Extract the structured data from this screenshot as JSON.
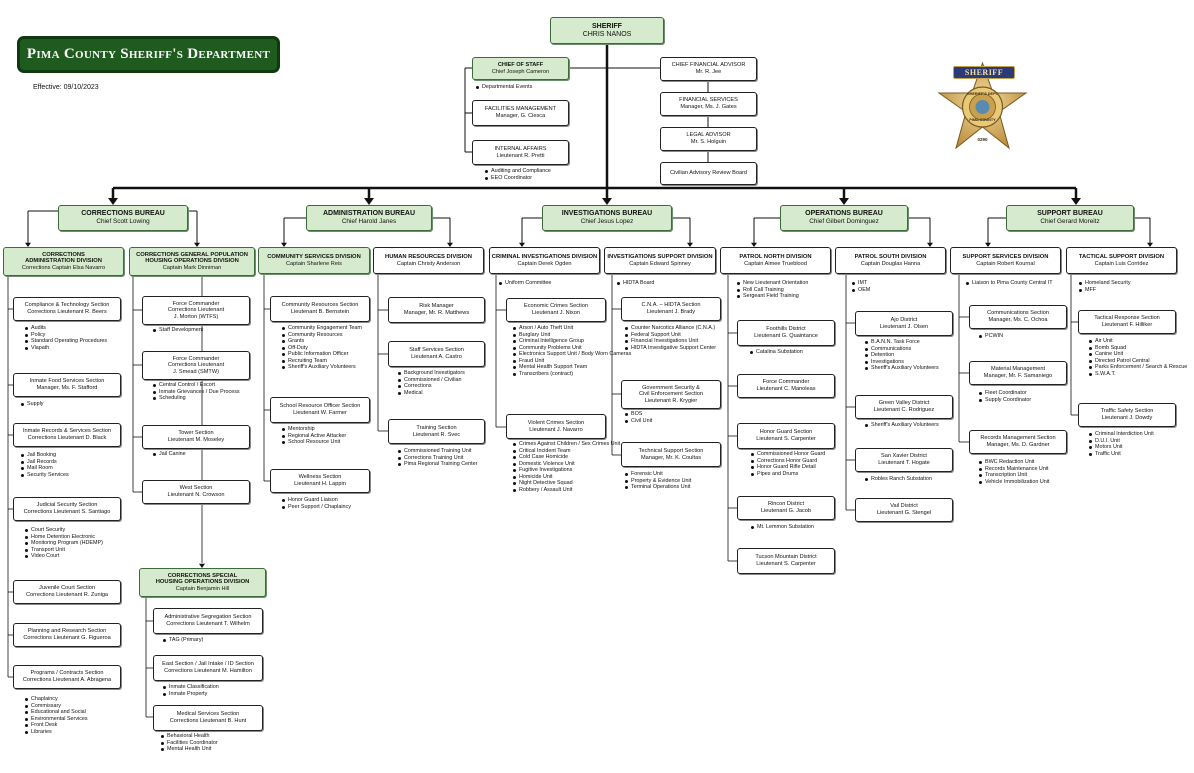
{
  "header": {
    "title": "Pima County Sheriff's Department",
    "effective": "Effective:  09/10/2023"
  },
  "badge": {
    "top": "SHERIFF",
    "ring": "SHERIFF'S DEPT",
    "bottom": "PIMA COUNTY",
    "number": "0290"
  },
  "sheriff": {
    "title": "SHERIFF",
    "name": "CHRIS NANOS"
  },
  "chief_of_staff": {
    "title": "CHIEF OF STAFF",
    "name": "Chief Joseph Cameron",
    "items": [
      "Departmental Events"
    ]
  },
  "facilities": {
    "title": "FACILITIES MANAGEMENT",
    "name": "Manager, G. Ciesca"
  },
  "internal_affairs": {
    "title": "INTERNAL AFFAIRS",
    "name": "Lieutenant R. Pretti",
    "items": [
      "Auditing and Compliance",
      "EEO Coordinator"
    ]
  },
  "cfa": {
    "title": "CHIEF FINANCIAL ADVISOR",
    "name": "Mr. R. Jee"
  },
  "financial_services": {
    "title": "FINANCIAL SERVICES",
    "name": "Manager, Ms. J. Gates"
  },
  "legal": {
    "title": "LEGAL ADVISOR",
    "name": "Mr. S. Holguin"
  },
  "civilian_review": {
    "title": "Civilian Advisory Review Board"
  },
  "bureaus": [
    {
      "title": "CORRECTIONS BUREAU",
      "name": "Chief Scott Lowing"
    },
    {
      "title": "ADMINISTRATION BUREAU",
      "name": "Chief Harold Janes"
    },
    {
      "title": "INVESTIGATIONS BUREAU",
      "name": "Chief Jesus Lopez"
    },
    {
      "title": "OPERATIONS BUREAU",
      "name": "Chief Gilbert Dominguez"
    },
    {
      "title": "SUPPORT BUREAU",
      "name": "Chief Gerard Moreitz"
    }
  ],
  "corr_admin": {
    "title1": "CORRECTIONS",
    "title2": "ADMINISTRATION DIVISION",
    "name": "Corrections Captain Elsa Navarro",
    "sections": [
      {
        "t": "Compliance & Technology Section",
        "n": "Corrections Lieutenant R. Beers",
        "items": [
          "Audits",
          "Policy",
          "Standard Operating Procedures",
          "Vlapath"
        ]
      },
      {
        "t": "Inmate Food Services Section",
        "n": "Manager, Ms. F. Stafford",
        "items": [
          "Supply"
        ]
      },
      {
        "t": "Inmate Records & Services Section",
        "n": "Corrections Lieutenant D. Black",
        "items": [
          "Jail Booking",
          "Jail Records",
          "Mail Room",
          "Security Services"
        ]
      },
      {
        "t": "Judicial Security Section",
        "n": "Corrections Lieutenant S. Santiago",
        "items": [
          "Court Security",
          "Home Detention Electronic",
          "Monitoring Program (HDEMP)",
          "Transport Unit",
          "Video Court"
        ]
      },
      {
        "t": "Juvenile Court Section",
        "n": "Corrections Lieutenant R. Zuniga",
        "items": []
      },
      {
        "t": "Planning and Research Section",
        "n": "Corrections Lieutenant G. Figueroa",
        "items": []
      },
      {
        "t": "Programs / Contracts Section",
        "n": "Corrections Lieutenant A. Abragena",
        "items": [
          "Chaplaincy",
          "Commissary",
          "Educational and Social",
          "Environmental Services",
          "Front Desk",
          "Libraries"
        ]
      }
    ]
  },
  "corr_gp": {
    "title1": "CORRECTIONS GENERAL POPULATION",
    "title2": "HOUSING OPERATIONS DIVISION",
    "name": "Captain Mark Dinniman",
    "sections": [
      {
        "t": "Force Commander",
        "t2": "Corrections Lieutenant",
        "n": "J. Morton (WTFS)",
        "items": [
          "Staff Development"
        ]
      },
      {
        "t": "Force Commander",
        "t2": "Corrections Lieutenant",
        "n": "J. Smead (SMTW)",
        "items": [
          "Central Control / Escort",
          "Inmate Grievances / Due Process",
          "Scheduling"
        ]
      },
      {
        "t": "Tower Section",
        "n": "Lieutenant M. Moseley",
        "items": [
          "Jail Canine"
        ]
      },
      {
        "t": "West Section",
        "n": "Lieutenant N. Crowson",
        "items": []
      }
    ]
  },
  "corr_special": {
    "title1": "CORRECTIONS SPECIAL",
    "title2": "HOUSING OPERATIONS DIVISION",
    "name": "Captain Benjamin Hill",
    "sections": [
      {
        "t": "Administrative Segregation Section",
        "n": "Corrections Lieutenant T. Wilhelm",
        "items": [
          "TAG (Primary)"
        ]
      },
      {
        "t": "East Section / Jail Intake / ID Section",
        "n": "Corrections Lieutenant M. Hamilton",
        "items": [
          "Inmate Classification",
          "Inmate Property"
        ]
      },
      {
        "t": "Medical Services Section",
        "n": "Corrections Lieutenant B. Hunt",
        "items": [
          "Behavioral Health",
          "Facilities Coordinator",
          "Mental Health Unit"
        ]
      }
    ]
  },
  "community": {
    "title": "COMMUNITY SERVICES DIVISION",
    "name": "Captain Sharlene Reis",
    "sections": [
      {
        "t": "Community Resources Section",
        "n": "Lieutenant B. Bernstein",
        "items": [
          "Community Engagement Team",
          "Community Resources",
          "Grants",
          "Off-Duty",
          "Public Information Officer",
          "Recruiting Team",
          "Sheriff's Auxiliary Volunteers"
        ]
      },
      {
        "t": "School Resource Officer Section",
        "n": "Lieutenant W. Farmer",
        "items": [
          "Mentorship",
          "Regional Active Attacker",
          "School Resource Unit"
        ]
      },
      {
        "t": "Wellness Section",
        "n": "Lieutenant H. Lappin",
        "items": [
          "Honor Guard Liaison",
          "Peer Support / Chaplaincy"
        ]
      }
    ]
  },
  "hr": {
    "title": "HUMAN RESOURCES DIVISION",
    "name": "Captain Christy Anderson",
    "sections": [
      {
        "t": "Risk Manager",
        "n": "Manager, Mr. R. Matthews",
        "items": []
      },
      {
        "t": "Staff Services Section",
        "n": "Lieutenant A. Castro",
        "items": [
          "Background Investigators",
          "Commissioned / Civilian",
          "Corrections",
          "Medical"
        ]
      },
      {
        "t": "Training Section",
        "n": "Lieutenant R. Svec",
        "items": [
          "Commissioned Training Unit",
          "Corrections Training Unit",
          "Pima Regional Training Center"
        ]
      }
    ]
  },
  "cid": {
    "title": "CRIMINAL INVESTIGATIONS DIVISION",
    "name": "Captain Derek Ogden",
    "top_items": [
      "Uniform Committee"
    ],
    "sections": [
      {
        "t": "Economic Crimes Section",
        "n": "Lieutenant J. Nixon",
        "items": [
          "Arson / Auto Theft Unit",
          "Burglary Unit",
          "Criminal Intelligence Group",
          "Community Problems Unit",
          "Electronics Support Unit / Body Worn Cameras",
          "Fraud Unit",
          "Mental Health Support Team",
          "Transcribers (contract)"
        ]
      },
      {
        "t": "Violent Crimes Section",
        "n": "Lieutenant J. Navarro",
        "items": [
          "Crimes Against Children / Sex Crimes Unit",
          "Critical Incident Team",
          "Cold Case Homicide",
          "Domestic Violence Unit",
          "Fugitive Investigations",
          "Homicide Unit",
          "Night Detective Squad",
          "Robbery / Assault Unit"
        ]
      }
    ]
  },
  "isd": {
    "title": "INVESTIGATIONS SUPPORT DIVISION",
    "name": "Captain Edward Spinney",
    "top_items": [
      "HIDTA Board"
    ],
    "sections": [
      {
        "t": "C.N.A. – HIDTA Section",
        "n": "Lieutenant J. Brady",
        "items": [
          "Counter Narcotics Alliance (C.N.A.)",
          "Federal Support Unit",
          "Financial Investigations Unit",
          "HIDTA Investigative Support Center"
        ]
      },
      {
        "t": "Government Security &",
        "t2": "Civil Enforcement Section",
        "n": "Lieutenant R. Krygier",
        "items": [
          "BOS",
          "Civil Unit"
        ]
      },
      {
        "t": "Technical Support Section",
        "n": "Manager, Mr. K. Coultas",
        "items": [
          "Forensic Unit",
          "Property & Evidence Unit",
          "Terminal Operations Unit"
        ]
      }
    ]
  },
  "patrol_north": {
    "title": "PATROL NORTH DIVISION",
    "name": "Captain Aimee Trueblood",
    "top_items": [
      "New Lieutenant Orientation",
      "Roll Call Training",
      "Sergeant Field Training"
    ],
    "sections": [
      {
        "t": "Foothills District",
        "n": "Lieutenant G. Quaintance",
        "items": [
          "Catalina Substation"
        ]
      },
      {
        "t": "Force Commander",
        "n": "Lieutenant C. Manoleas",
        "items": []
      },
      {
        "t": "Honor Guard Section",
        "n": "Lieutenant S. Carpenter",
        "items": [
          "Commissioned Honor Guard",
          "Corrections Honor Guard",
          "Honor Guard Rifle Detail",
          "Pipes and Drums"
        ]
      },
      {
        "t": "Rincon District",
        "n": "Lieutenant G. Jacob",
        "items": [
          "Mt. Lemmon Substation"
        ]
      },
      {
        "t": "Tucson Mountain District",
        "n": "Lieutenant S. Carpenter",
        "items": []
      }
    ]
  },
  "patrol_south": {
    "title": "PATROL SOUTH DIVISION",
    "name": "Captain Douglas Hanna",
    "top_items": [
      "IMT",
      "OEM"
    ],
    "sections": [
      {
        "t": "Ajo District",
        "n": "Lieutenant J. Olsen",
        "items": [
          "B.A.N.N. Task Force",
          "Communications",
          "Detention",
          "Investigations",
          "Sheriff's Auxiliary Volunteers"
        ]
      },
      {
        "t": "Green Valley District",
        "n": "Lieutenant C. Rodriguez",
        "items": [
          "Sheriff's Auxiliary Volunteers"
        ]
      },
      {
        "t": "San Xavier District",
        "n": "Lieutenant T. Hogate",
        "items": [
          "Robles Ranch Substation"
        ]
      },
      {
        "t": "Vail District",
        "n": "Lieutenant G. Stengel",
        "items": []
      }
    ]
  },
  "support_services": {
    "title": "SUPPORT SERVICES DIVISION",
    "name": "Captain Robert Kournal",
    "top_items": [
      "Liaison to Pima County Central IT"
    ],
    "sections": [
      {
        "t": "Communications Section",
        "n": "Manager, Ms. C. Ochoa",
        "items": [
          "PCWIN"
        ]
      },
      {
        "t": "Material Management",
        "n": "Manager, Mr. F. Samaniego",
        "items": [
          "Fleet Coordinator",
          "Supply Coordinator"
        ]
      },
      {
        "t": "Records Management Section",
        "n": "Manager, Ms. D. Gardner",
        "items": [
          "BWC Redaction Unit",
          "Records Maintenance Unit",
          "Transcription Unit",
          "Vehicle Immobilization Unit"
        ]
      }
    ]
  },
  "tactical": {
    "title": "TACTICAL SUPPORT DIVISION",
    "name": "Captain Luis Corridez",
    "top_items": [
      "Homeland Security",
      "MFF"
    ],
    "sections": [
      {
        "t": "Tactical Response Section",
        "n": "Lieutenant F. Hilliker",
        "items": [
          "Air Unit",
          "Bomb Squad",
          "Canine Unit",
          "Directed Patrol Central",
          "Parks Enforcement / Search & Rescue",
          "S.W.A.T."
        ]
      },
      {
        "t": "Traffic Safety Section",
        "n": "Lieutenant J. Dowdy",
        "items": [
          "Criminal Interdiction Unit",
          "D.U.I. Unit",
          "Motors Unit",
          "Traffic Unit"
        ]
      }
    ]
  }
}
